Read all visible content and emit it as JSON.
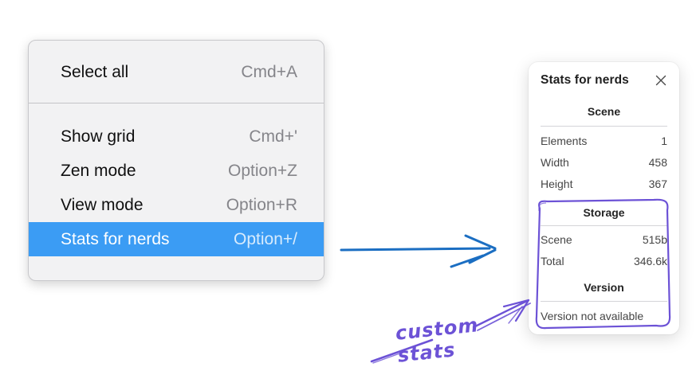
{
  "colors": {
    "menu_highlight": "#3b9cf4",
    "menu_background": "#f2f2f3",
    "arrow_blue": "#1b6ec2",
    "annotation_purple": "#6c52d6"
  },
  "menu": {
    "items": [
      {
        "label": "Select all",
        "shortcut": "Cmd+A"
      },
      {
        "label": "Show grid",
        "shortcut": "Cmd+'"
      },
      {
        "label": "Zen mode",
        "shortcut": "Option+Z"
      },
      {
        "label": "View mode",
        "shortcut": "Option+R"
      },
      {
        "label": "Stats for nerds",
        "shortcut": "Option+/"
      }
    ],
    "selected_item": "Stats for nerds"
  },
  "stats_panel": {
    "title": "Stats for nerds",
    "close_icon": "x-close",
    "sections": [
      {
        "heading": "Scene",
        "rows": [
          {
            "label": "Elements",
            "value": "1"
          },
          {
            "label": "Width",
            "value": "458"
          },
          {
            "label": "Height",
            "value": "367"
          }
        ]
      },
      {
        "heading": "Storage",
        "rows": [
          {
            "label": "Scene",
            "value": "515b"
          },
          {
            "label": "Total",
            "value": "346.6k"
          }
        ],
        "highlighted_by_annotation": true
      },
      {
        "heading": "Version",
        "note": "Version not available",
        "highlighted_by_annotation": true
      }
    ]
  },
  "annotation": {
    "label": "custom stats"
  }
}
